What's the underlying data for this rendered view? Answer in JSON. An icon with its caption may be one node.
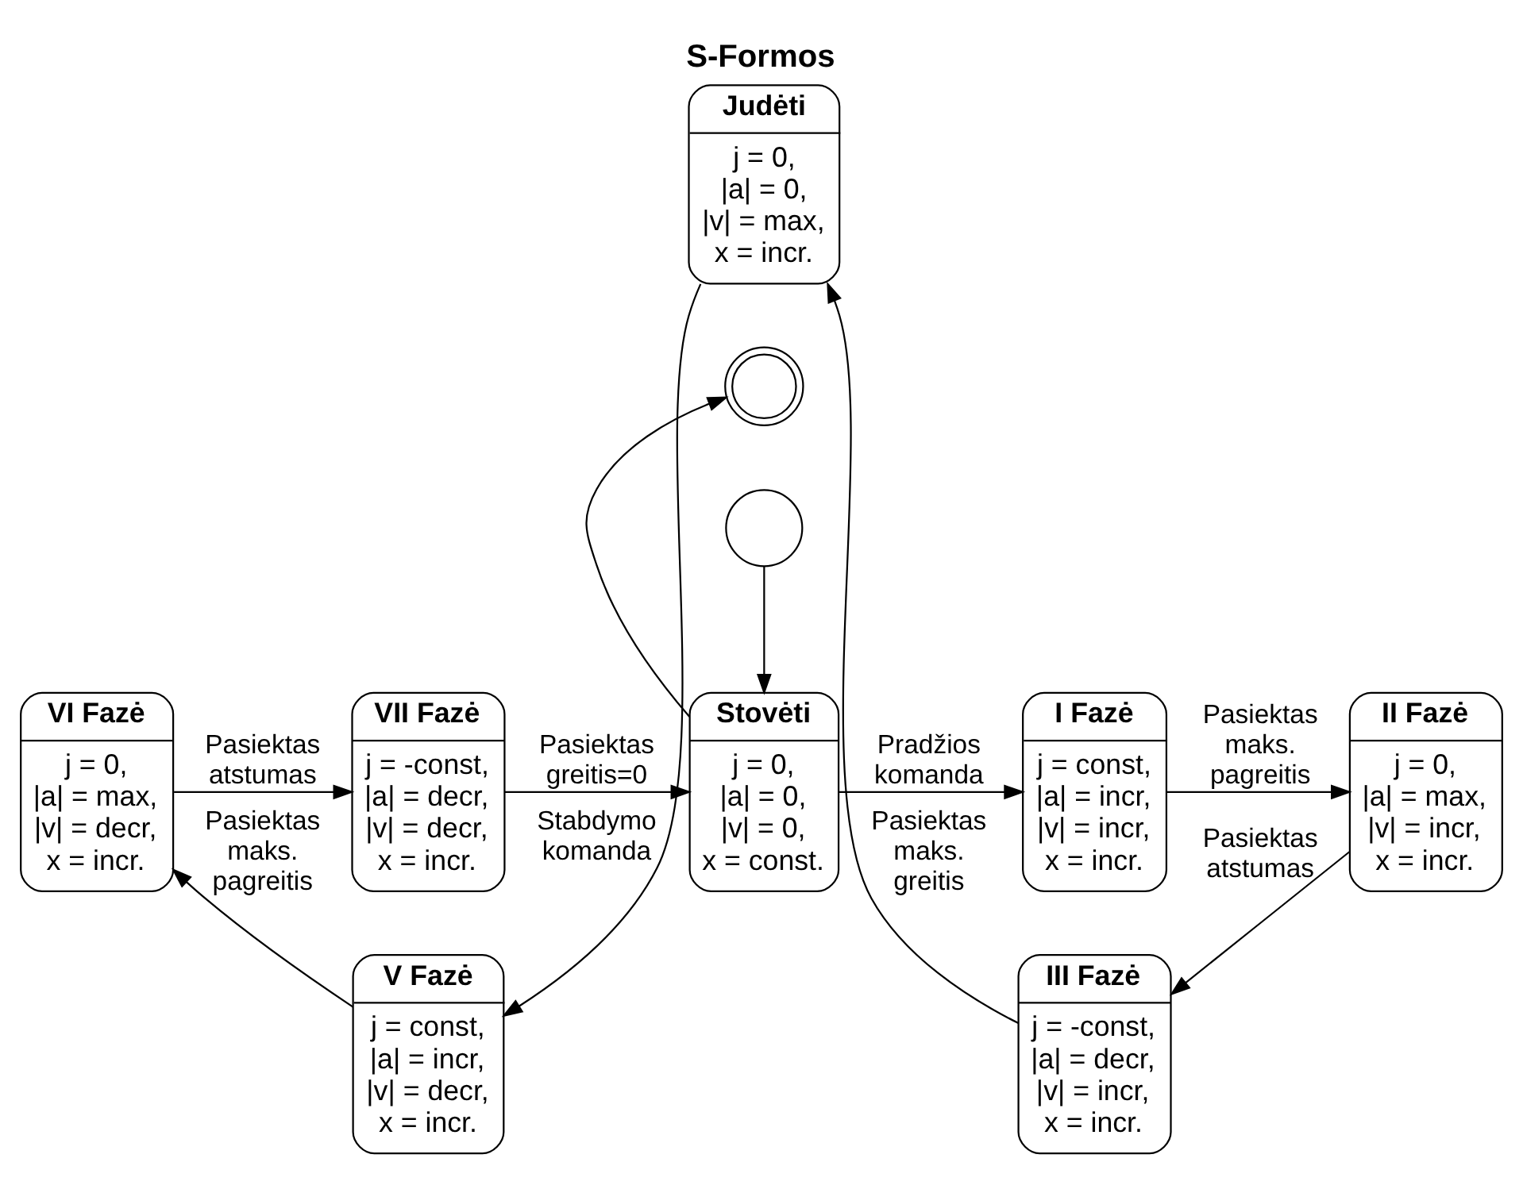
{
  "diagram": {
    "title": "S-Formos",
    "nodes": [
      {
        "text": [],
        "shape": "circle"
      },
      {
        "text": [],
        "shape": "doublecircle"
      },
      {
        "text": [
          "Stovėti",
          "j = 0, |a| = 0, |v| = 0, x = const."
        ]
      },
      {
        "text": [
          "I Fazė",
          "j = const, |a| = incr, |v| = incr, x = incr."
        ]
      },
      {
        "text": [
          "II Fazė",
          "j = 0, |a| = max, |v| = incr, x = incr."
        ]
      },
      {
        "text": [
          "III Fazė",
          "j = -const, |a| = decr, |v| = incr, x = incr."
        ]
      },
      {
        "text": [
          "Judėti",
          "j = 0, |a| = 0, |v| = max, x = incr."
        ]
      },
      {
        "text": [
          "V Fazė",
          "j = const, |a| = incr, |v| = decr, x = incr."
        ]
      },
      {
        "text": [
          "VI Fazė",
          "j = 0, |a| = max, |v| = decr, x = incr."
        ]
      },
      {
        "text": [
          "VII Fazė",
          "j = -const, |a| = decr, |v| = decr, x = incr."
        ]
      }
    ],
    "edges": [
      {
        "from": 0,
        "to": 2,
        "arrow": "to"
      },
      {
        "from": 2,
        "to": 1,
        "arrow": "to"
      },
      {
        "from": 2,
        "to": 3,
        "arrow": "to",
        "label": "Pradžios komanda"
      },
      {
        "from": 3,
        "to": 4,
        "arrow": "to",
        "label": "Pasiektas maks. pagreitis"
      },
      {
        "from": 4,
        "to": 5,
        "arrow": "to",
        "label": "Pasiektas atstumas"
      },
      {
        "from": 5,
        "to": 6,
        "arrow": "to",
        "label": "Pasiektas maks. greitis"
      },
      {
        "from": 6,
        "to": 7,
        "arrow": "to",
        "label": "Stabdymo komanda"
      },
      {
        "from": 7,
        "to": 8,
        "arrow": "to",
        "label": "Pasiektas maks. pagreitis"
      },
      {
        "from": 8,
        "to": 9,
        "arrow": "to",
        "label": "Pasiektas atstumas"
      },
      {
        "from": 9,
        "to": 2,
        "arrow": "to",
        "label": "Pasiektas greitis=0"
      }
    ]
  }
}
